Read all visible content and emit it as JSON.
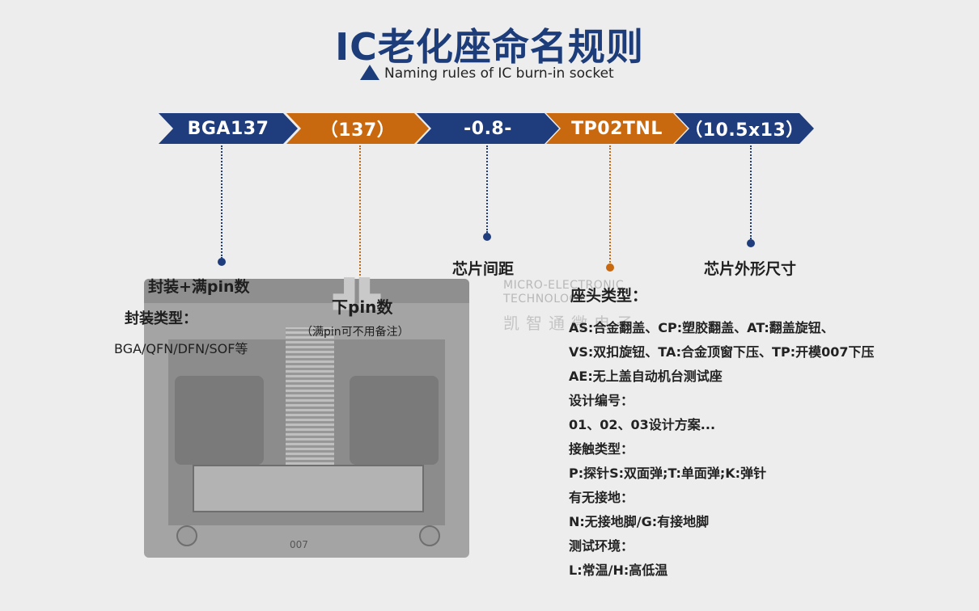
{
  "header": {
    "title": "IC老化座命名规则",
    "subtitle": "Naming rules of IC burn-in socket"
  },
  "segments": [
    {
      "label": "BGA137",
      "color": "#1f3c7c"
    },
    {
      "label": "（137）",
      "color": "#c8690f"
    },
    {
      "label": "-0.8-",
      "color": "#1f3c7c"
    },
    {
      "label": "TP02TNL",
      "color": "#c8690f"
    },
    {
      "label": "（10.5x13）",
      "color": "#1f3c7c"
    }
  ],
  "annotations": {
    "package": {
      "title": "封装+满pin数",
      "type_label": "封装类型：",
      "types": "BGA/QFN/DFN/SOF等"
    },
    "pins": {
      "title": "下pin数",
      "note": "（满pin可不用备注）"
    },
    "pitch": {
      "title": "芯片间距"
    },
    "size": {
      "title": "芯片外形尺寸"
    },
    "head": {
      "title": "座头类型：",
      "lines": [
        "AS:合金翻盖、CP:塑胶翻盖、AT:翻盖旋钮、",
        "VS:双扣旋钮、TA:合金顶窗下压、TP:开模007下压",
        "AE:无上盖自动机台测试座",
        "设计编号：",
        "01、02、03设计方案...",
        "接触类型：",
        "P:探针S:双面弹;T:单面弹;K:弹针",
        "有无接地：",
        "N:无接地脚/G:有接地脚",
        "测试环境：",
        "L:常温/H:高低温"
      ]
    }
  },
  "watermark": {
    "en_line1": "MICRO-ELECTRONIC",
    "en_line2": "TECHNOLOGY",
    "cn": "凯智通微电子"
  },
  "socket_image": {
    "code": "007"
  }
}
